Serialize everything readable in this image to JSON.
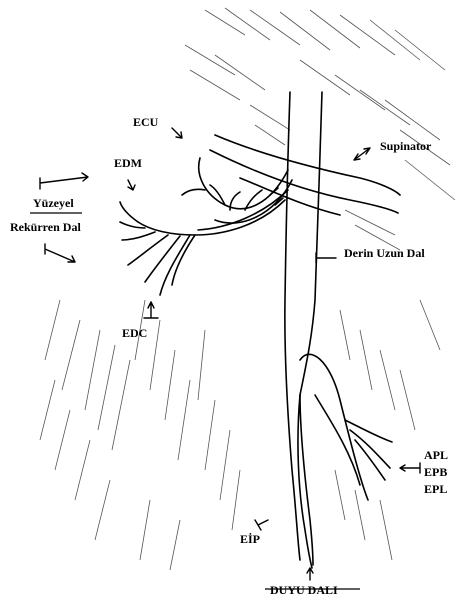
{
  "labels": {
    "ecu": "ECU",
    "edm": "EDM",
    "supinator": "Supinator",
    "yuzeyel": "Yüzeyel",
    "rekurren": "Rekürren Dal",
    "derin": "Derin Uzun Dal",
    "edc": "EDC",
    "apl": "APL",
    "epb": "EPB",
    "epl": "EPL",
    "eip": "EİP",
    "duyu": "DUYU DALI"
  },
  "colors": {
    "ink": "#000000",
    "paper": "#ffffff",
    "hatch": "#555555"
  }
}
